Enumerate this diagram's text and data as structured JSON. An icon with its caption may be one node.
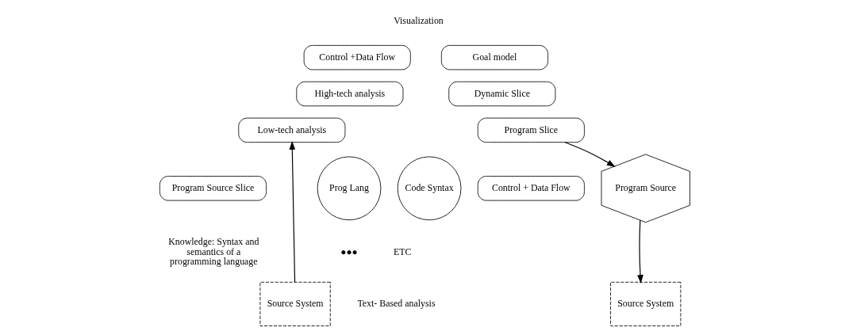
{
  "diagram": {
    "nodes": [
      {
        "text": [
          "Control +Data Flow"
        ]
      },
      {
        "text": [
          "High-tech analysis"
        ]
      },
      {
        "text": [
          "Low-tech analysis"
        ]
      },
      {
        "text": [
          "Program Source Slice"
        ]
      },
      {
        "text": [
          "Goal model"
        ]
      },
      {
        "text": [
          "Dynamic Slice"
        ]
      },
      {
        "text": [
          "Program Slice"
        ]
      },
      {
        "text": [
          "Control + Data Flow"
        ]
      },
      {
        "text": [
          "Prog Lang"
        ]
      },
      {
        "text": [
          "Code Syntax"
        ]
      },
      {
        "text": [
          "Program Source"
        ]
      },
      {
        "text": [
          "Source System"
        ]
      },
      {
        "text": [
          "Source System"
        ]
      }
    ],
    "edges": [
      {
        "from": 11,
        "to": 2,
        "arrow": "to"
      },
      {
        "from": 6,
        "to": 10,
        "arrow": "to"
      },
      {
        "from": 10,
        "to": 12,
        "arrow": "to"
      }
    ],
    "labels": [
      "Visualization",
      "Knowledge: Syntax and semantics of a programming language",
      "●●●",
      "ETC",
      "Text- Based analysis"
    ]
  }
}
